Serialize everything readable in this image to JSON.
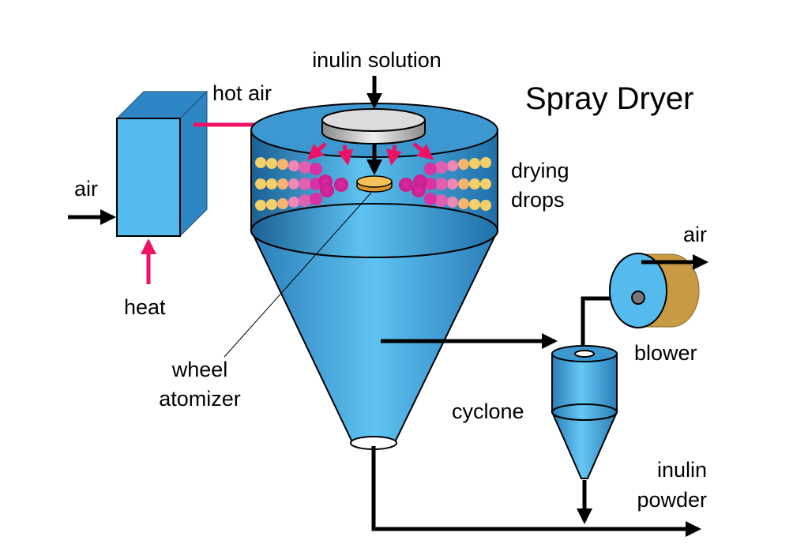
{
  "title": "Spray Dryer",
  "labels": {
    "inulin_solution": "inulin solution",
    "hot_air": "hot air",
    "air_in": "air",
    "heat": "heat",
    "drying": "drying",
    "drops": "drops",
    "air_out": "air",
    "blower": "blower",
    "wheel": "wheel",
    "atomizer": "atomizer",
    "cyclone": "cyclone",
    "inulin": "inulin",
    "powder": "powder"
  },
  "colors": {
    "vessel": "#4aa9e0",
    "vessel_dark": "#1f6fa8",
    "heater_front": "#55bbee",
    "heater_side": "#2f86c4",
    "hot_air_arrow": "#ee1166",
    "atomizer_wheel": "#e8b040",
    "distributor_disc": "#c8c8c8",
    "blower_body": "#c89a44",
    "droplet_outer": "#f5cf6a",
    "droplet_inner": "#dd2ea0",
    "line": "#000000"
  }
}
